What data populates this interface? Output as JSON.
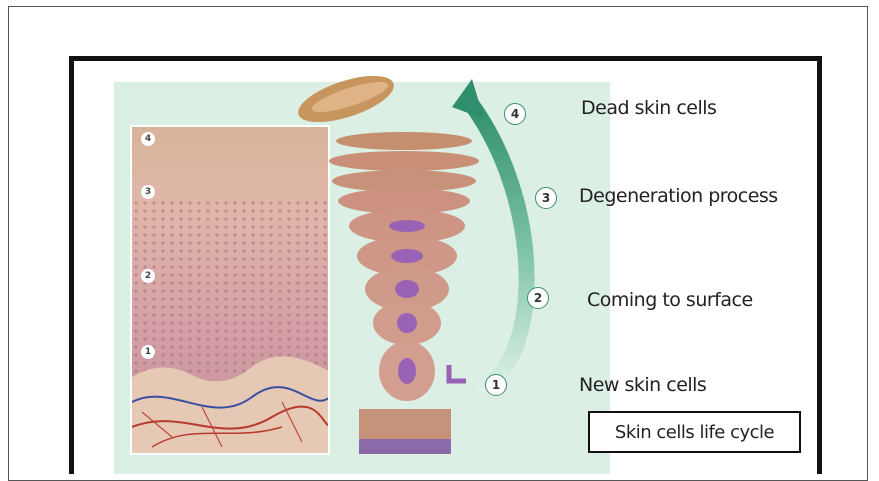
{
  "diagram": {
    "stage_labels": [
      {
        "number": "4",
        "text": "Dead skin cells"
      },
      {
        "number": "3",
        "text": "Degeneration process"
      },
      {
        "number": "2",
        "text": "Coming to surface"
      },
      {
        "number": "1",
        "text": "New skin cells"
      }
    ],
    "caption": "Skin cells life cycle",
    "colors": {
      "panel_bg": "#dcefe4",
      "arrow": "#3c9a77",
      "cell_layer": "#c58f7a",
      "nucleus": "#9a62b5",
      "dead_cell": "#c9955f"
    }
  }
}
